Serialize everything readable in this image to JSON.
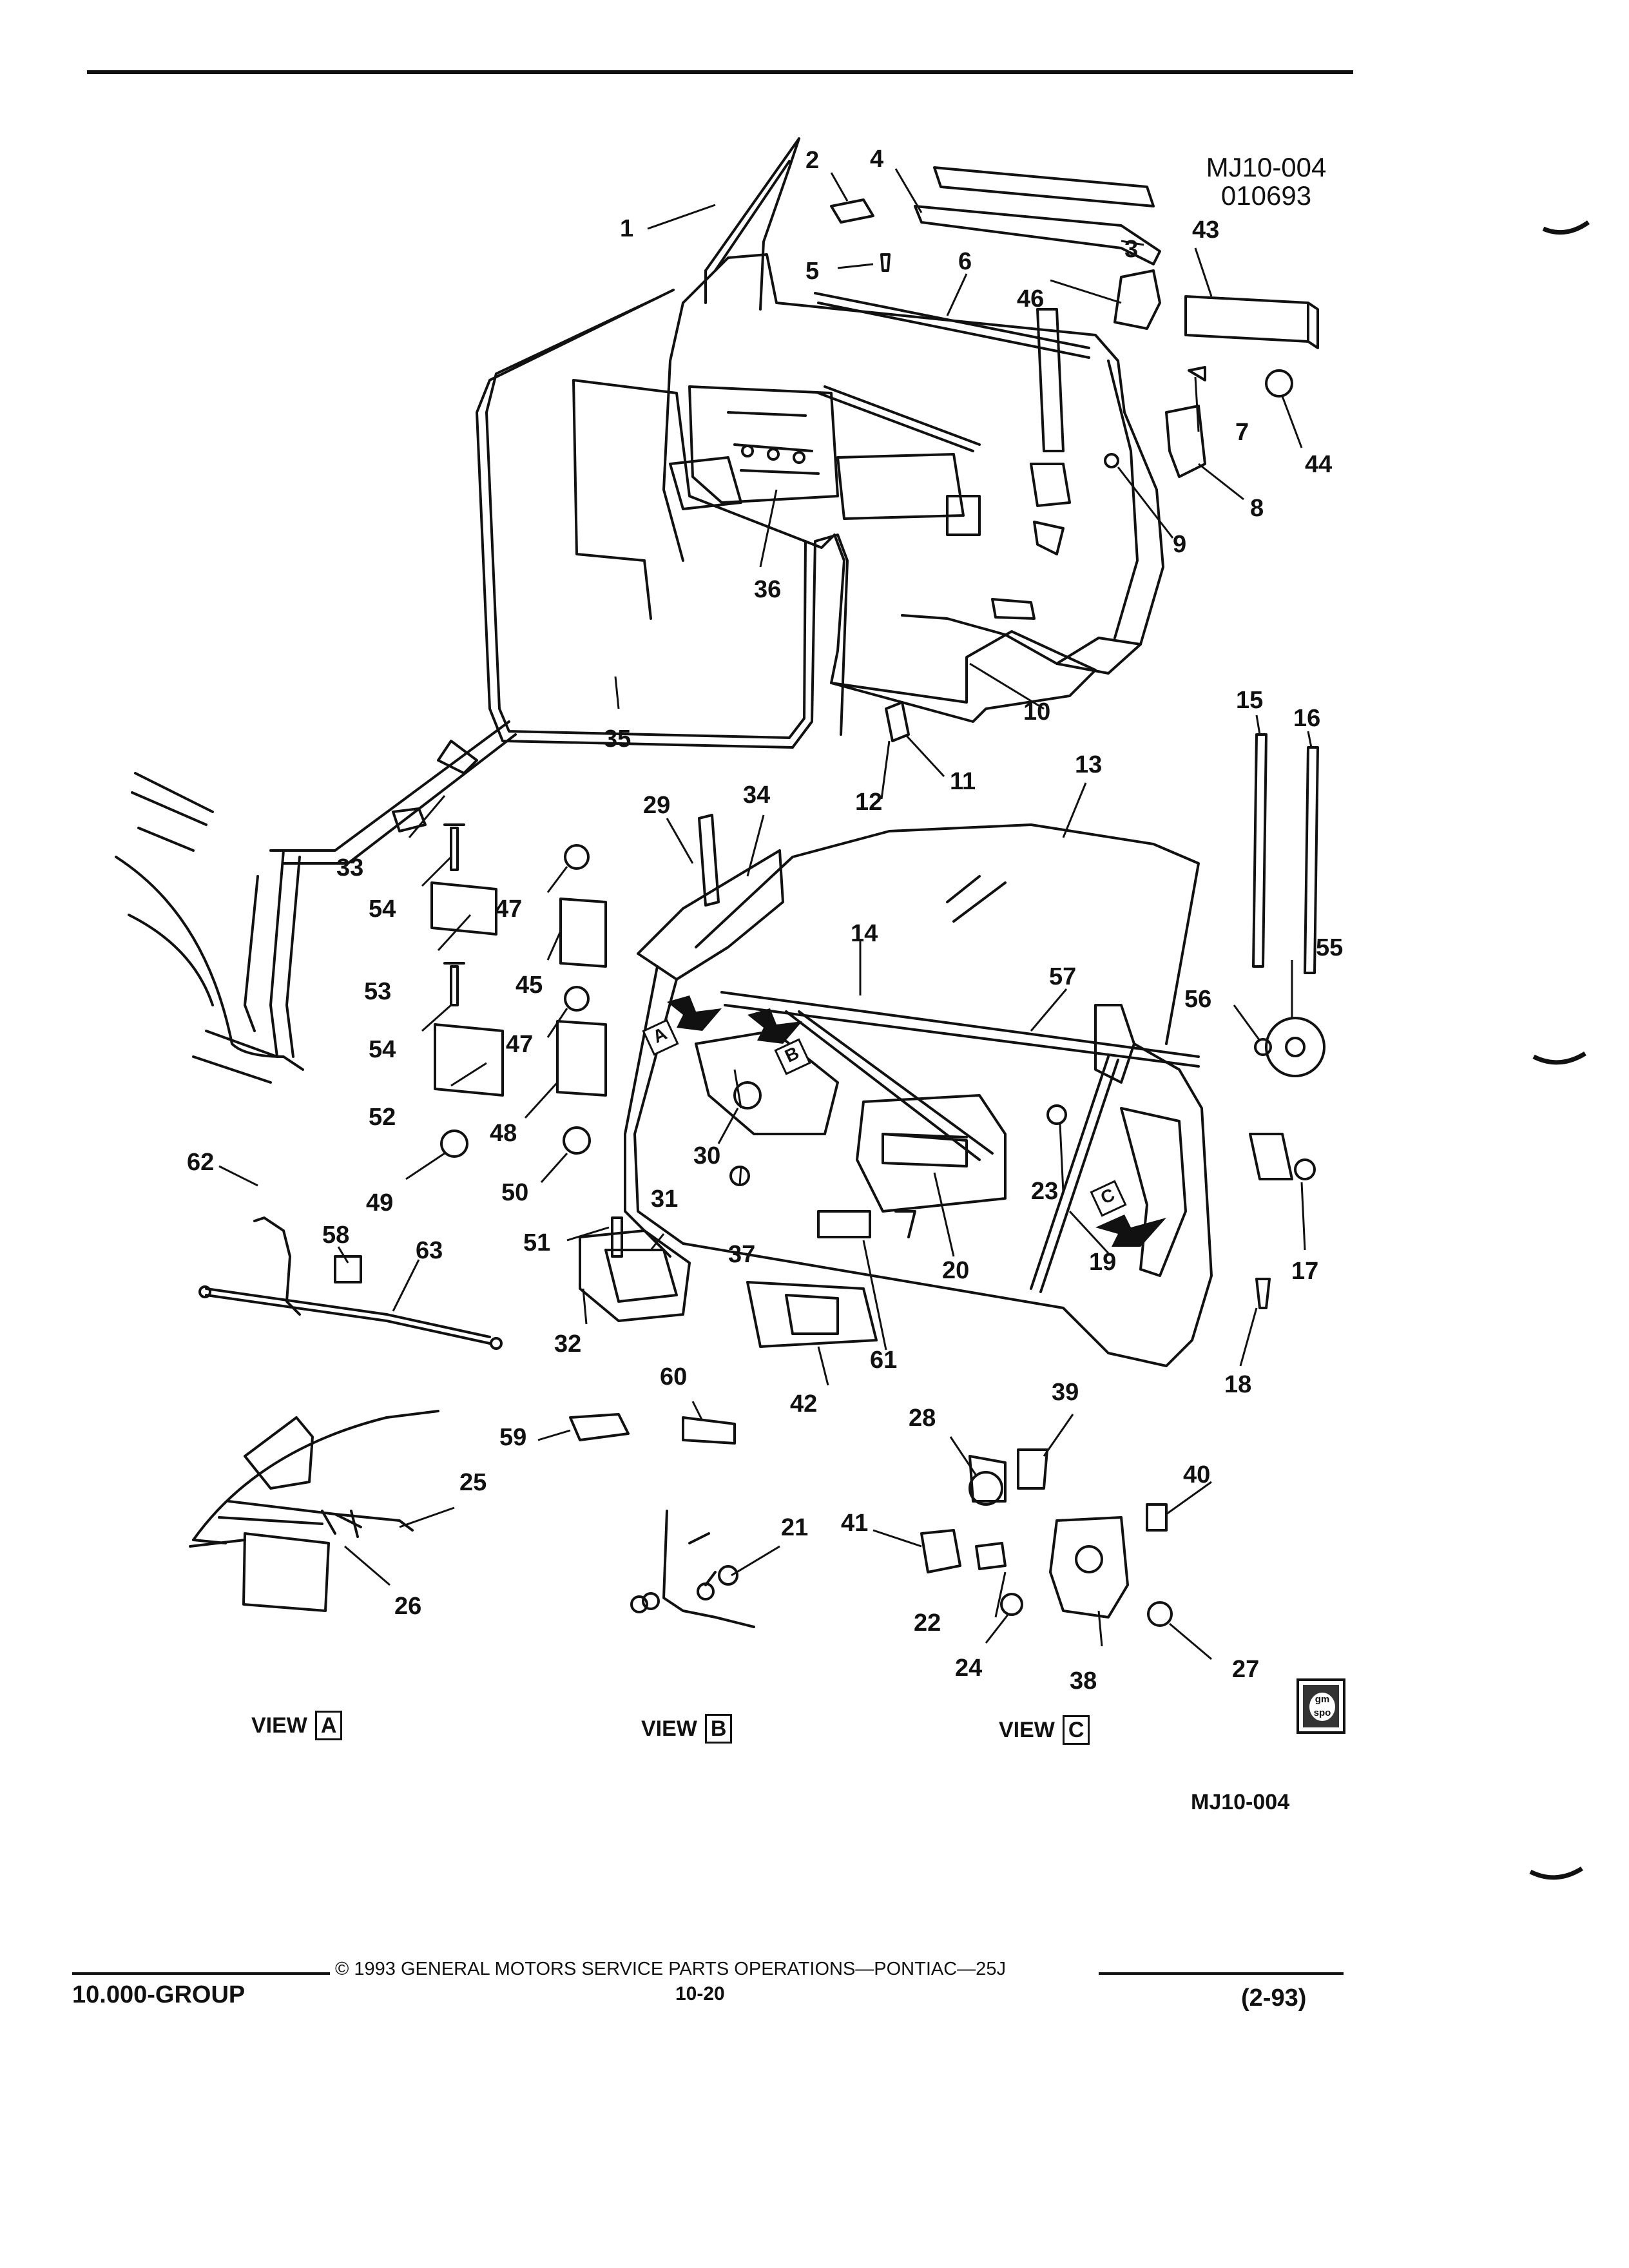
{
  "drawing_code": "MJ10-004",
  "drawing_date": "010693",
  "bottom_code": "MJ10-004",
  "callouts": [
    "1",
    "2",
    "3",
    "4",
    "5",
    "6",
    "7",
    "8",
    "9",
    "10",
    "11",
    "12",
    "13",
    "14",
    "15",
    "16",
    "17",
    "18",
    "19",
    "20",
    "21",
    "22",
    "23",
    "24",
    "25",
    "26",
    "27",
    "28",
    "29",
    "30",
    "31",
    "32",
    "33",
    "34",
    "35",
    "36",
    "37",
    "38",
    "39",
    "40",
    "41",
    "42",
    "43",
    "44",
    "45",
    "46",
    "47",
    "48",
    "49",
    "50",
    "51",
    "52",
    "53",
    "54",
    "55",
    "56",
    "57",
    "58",
    "59",
    "60",
    "61",
    "62",
    "63"
  ],
  "arrow_tags": [
    "A",
    "B",
    "C"
  ],
  "views": [
    {
      "word": "VIEW",
      "letter": "A"
    },
    {
      "word": "VIEW",
      "letter": "B"
    },
    {
      "word": "VIEW",
      "letter": "C"
    }
  ],
  "logo": {
    "line1": "gm",
    "line2": "spo",
    "icon": "gm-spo-logo-icon"
  },
  "footer": {
    "group": "10.000-GROUP",
    "copyright": "© 1993 GENERAL MOTORS SERVICE PARTS OPERATIONS—PONTIAC—25J",
    "page": "10-20",
    "revision": "(2-93)"
  }
}
